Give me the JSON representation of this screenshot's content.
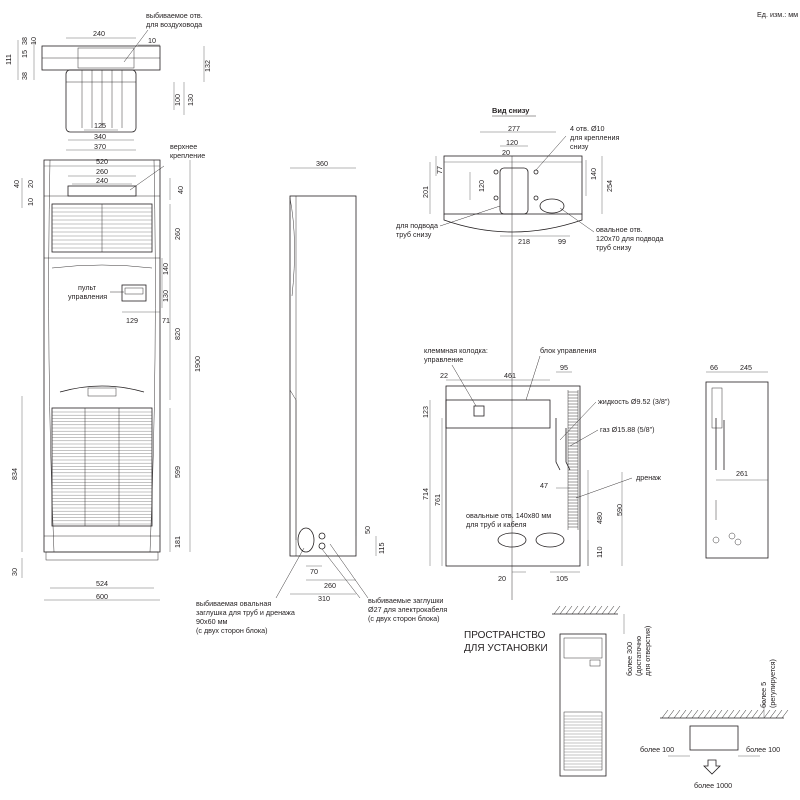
{
  "units": "Ед. изм.: мм",
  "labels": {
    "knockout_duct_1": "выбиваемое отв.",
    "knockout_duct_2": "для воздуховода",
    "top_mount_1": "верхнее",
    "top_mount_2": "крепление",
    "remote_1": "пульт",
    "remote_2": "управления",
    "knockout_oval_1": "выбиваемая овальная",
    "knockout_oval_2": "заглушка для труб и дренажа",
    "knockout_oval_3": "90x60 мм",
    "knockout_oval_4": "(с двух сторон блока)",
    "plugs_1": "выбиваемые заглушки",
    "plugs_2": "Ø27 для электрокабеля",
    "plugs_3": "(с двух сторон блока)",
    "bottom_view": "Вид снизу",
    "holes4_1": "4 отв. Ø10",
    "holes4_2": "для крепления",
    "holes4_3": "снизу",
    "pipe_bottom_1": "для подвода",
    "pipe_bottom_2": "труб снизу",
    "oval_hole_1": "овальное отв.",
    "oval_hole_2": "120x70 для подвода",
    "oval_hole_3": "труб снизу",
    "terminal_1": "клеммная колодка:",
    "terminal_2": "управление",
    "control_box": "блок управления",
    "liquid": "жидкость Ø9.52 (3/8\")",
    "gas": "газ Ø15.88 (5/8\")",
    "drain": "дренаж",
    "oval_holes_1": "овальные отв. 140x80 мм",
    "oval_holes_2": "для труб и кабеля",
    "install_1": "ПРОСТРАНСТВО",
    "install_2": "ДЛЯ УСТАНОВКИ",
    "over300_1": "более 300",
    "over300_2": "(достаточно",
    "over300_3": "для отверстия)",
    "over5_1": "более 5",
    "over5_2": "(регулируется)",
    "over100_left": "более 100",
    "over100_right": "более 100",
    "over1000": "более 1000"
  },
  "dims": {
    "top_240": "240",
    "top_10": "10",
    "top_38a": "38",
    "top_15": "15",
    "top_10b": "10",
    "top_111": "111",
    "top_38b": "38",
    "top_132": "132",
    "top_100": "100",
    "top_130": "130",
    "top_125": "125",
    "top_340": "340",
    "top_370": "370",
    "f_520": "520",
    "f_260": "260",
    "f_240": "240",
    "f_40a": "40",
    "f_20": "20",
    "f_10": "10",
    "f_40b": "40",
    "f_260v": "260",
    "f_140": "140",
    "f_130": "130",
    "f_129": "129",
    "f_71": "71",
    "f_820": "820",
    "f_1900": "1900",
    "f_834": "834",
    "f_599": "599",
    "f_181": "181",
    "f_30": "30",
    "f_524": "524",
    "f_600": "600",
    "s_360": "360",
    "s_50": "50",
    "s_115": "115",
    "s_70": "70",
    "s_260": "260",
    "s_310": "310",
    "b_277": "277",
    "b_120": "120",
    "b_20": "20",
    "b_77": "77",
    "b_201": "201",
    "b_120v": "120",
    "b_140": "140",
    "b_254": "254",
    "b_218": "218",
    "b_99": "99",
    "r_22": "22",
    "r_461": "461",
    "r_95": "95",
    "r_123": "123",
    "r_714": "714",
    "r_761": "761",
    "r_47": "47",
    "r_480": "480",
    "r_590": "590",
    "r_110": "110",
    "r_20": "20",
    "r_105": "105",
    "p_66": "66",
    "p_245": "245",
    "p_261": "261"
  }
}
